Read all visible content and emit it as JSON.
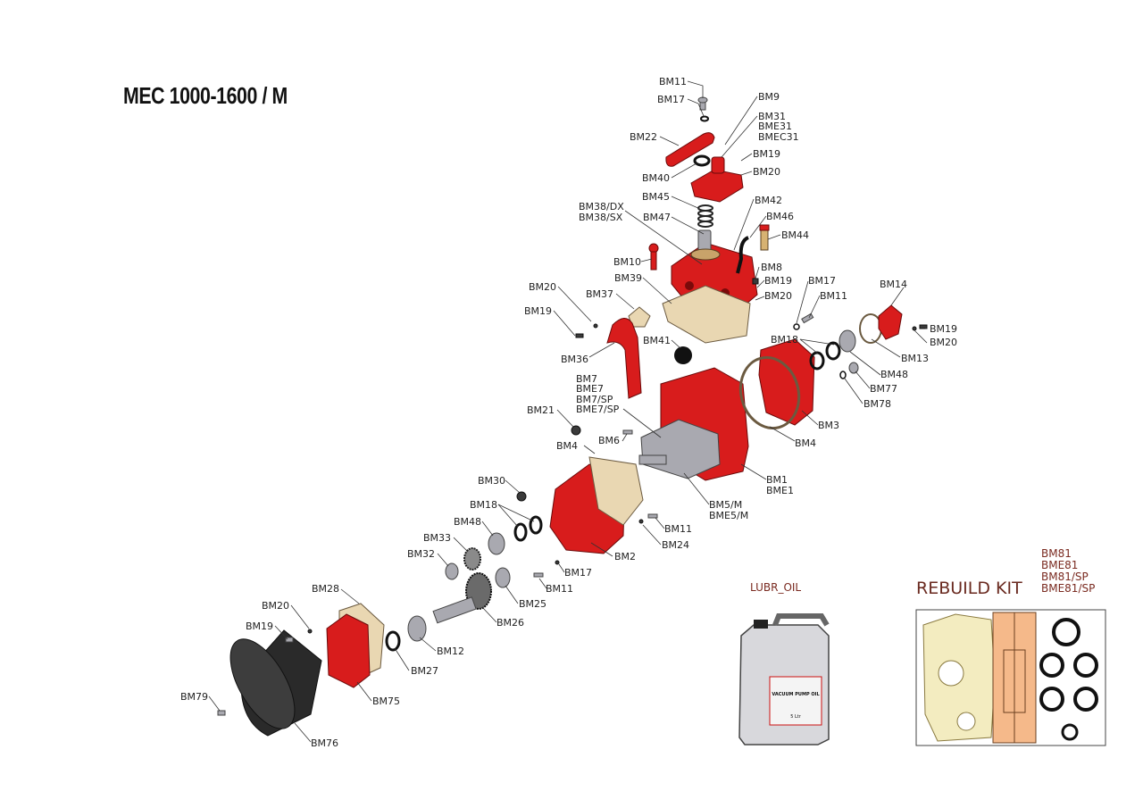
{
  "title": "MEC 1000-1600 / M",
  "parts_labels": [
    {
      "id": "bm11_top",
      "text": "BM11"
    },
    {
      "id": "bm17_top",
      "text": "BM17"
    },
    {
      "id": "bm9",
      "text": "BM9"
    },
    {
      "id": "bm31",
      "text": "BM31"
    },
    {
      "id": "bme31",
      "text": "BME31"
    },
    {
      "id": "bmec31",
      "text": "BMEC31"
    },
    {
      "id": "bm22",
      "text": "BM22"
    },
    {
      "id": "bm19_top",
      "text": "BM19"
    },
    {
      "id": "bm20_top",
      "text": "BM20"
    },
    {
      "id": "bm40",
      "text": "BM40"
    },
    {
      "id": "bm45",
      "text": "BM45"
    },
    {
      "id": "bm42",
      "text": "BM42"
    },
    {
      "id": "bm38dx",
      "text": "BM38/DX"
    },
    {
      "id": "bm38sx",
      "text": "BM38/SX"
    },
    {
      "id": "bm47",
      "text": "BM47"
    },
    {
      "id": "bm46",
      "text": "BM46"
    },
    {
      "id": "bm44",
      "text": "BM44"
    },
    {
      "id": "bm10",
      "text": "BM10"
    },
    {
      "id": "bm8",
      "text": "BM8"
    },
    {
      "id": "bm39",
      "text": "BM39"
    },
    {
      "id": "bm19_mid",
      "text": "BM19"
    },
    {
      "id": "bm20_mid",
      "text": "BM20"
    },
    {
      "id": "bm17_right",
      "text": "BM17"
    },
    {
      "id": "bm11_right",
      "text": "BM11"
    },
    {
      "id": "bm14",
      "text": "BM14"
    },
    {
      "id": "bm20_left",
      "text": "BM20"
    },
    {
      "id": "bm37",
      "text": "BM37"
    },
    {
      "id": "bm19_left",
      "text": "BM19"
    },
    {
      "id": "bm19_far",
      "text": "BM19"
    },
    {
      "id": "bm20_far",
      "text": "BM20"
    },
    {
      "id": "bm18_right",
      "text": "BM18"
    },
    {
      "id": "bm13",
      "text": "BM13"
    },
    {
      "id": "bm41",
      "text": "BM41"
    },
    {
      "id": "bm36",
      "text": "BM36"
    },
    {
      "id": "bm48_right",
      "text": "BM48"
    },
    {
      "id": "bm77",
      "text": "BM77"
    },
    {
      "id": "bm7",
      "text": "BM7"
    },
    {
      "id": "bme7",
      "text": "BME7"
    },
    {
      "id": "bm7sp",
      "text": "BM7/SP"
    },
    {
      "id": "bme7sp",
      "text": "BME7/SP"
    },
    {
      "id": "bm78",
      "text": "BM78"
    },
    {
      "id": "bm21",
      "text": "BM21"
    },
    {
      "id": "bm3",
      "text": "BM3"
    },
    {
      "id": "bm6",
      "text": "BM6"
    },
    {
      "id": "bm4_left",
      "text": "BM4"
    },
    {
      "id": "bm4_right",
      "text": "BM4"
    },
    {
      "id": "bm1",
      "text": "BM1"
    },
    {
      "id": "bme1",
      "text": "BME1"
    },
    {
      "id": "bm30",
      "text": "BM30"
    },
    {
      "id": "bm5m",
      "text": "BM5/M"
    },
    {
      "id": "bme5m",
      "text": "BME5/M"
    },
    {
      "id": "bm18_left",
      "text": "BM18"
    },
    {
      "id": "bm48_left",
      "text": "BM48"
    },
    {
      "id": "bm11_low",
      "text": "BM11"
    },
    {
      "id": "bm24",
      "text": "BM24"
    },
    {
      "id": "bm33",
      "text": "BM33"
    },
    {
      "id": "bm2",
      "text": "BM2"
    },
    {
      "id": "bm32",
      "text": "BM32"
    },
    {
      "id": "bm17_low",
      "text": "BM17"
    },
    {
      "id": "bm11_bottom",
      "text": "BM11"
    },
    {
      "id": "bm28",
      "text": "BM28"
    },
    {
      "id": "bm25",
      "text": "BM25"
    },
    {
      "id": "bm20_bottom",
      "text": "BM20"
    },
    {
      "id": "bm26",
      "text": "BM26"
    },
    {
      "id": "bm19_bottom",
      "text": "BM19"
    },
    {
      "id": "bm12",
      "text": "BM12"
    },
    {
      "id": "bm27",
      "text": "BM27"
    },
    {
      "id": "bm79",
      "text": "BM79"
    },
    {
      "id": "bm75",
      "text": "BM75"
    },
    {
      "id": "bm76",
      "text": "BM76"
    }
  ],
  "lubr_oil": {
    "label": "LUBR_OIL",
    "can_text": "VACUUM PUMP OIL",
    "can_volume": "5 Ltr"
  },
  "rebuild_kit": {
    "label": "REBUILD KIT",
    "codes": [
      "BM81",
      "BME81",
      "BM81/SP",
      "BME81/SP"
    ]
  },
  "colors": {
    "part_red": "#d81c1c",
    "kit_label": "#6a2a20",
    "gasket": "#e9d7b2",
    "kit_panel": "#f5b98a"
  }
}
